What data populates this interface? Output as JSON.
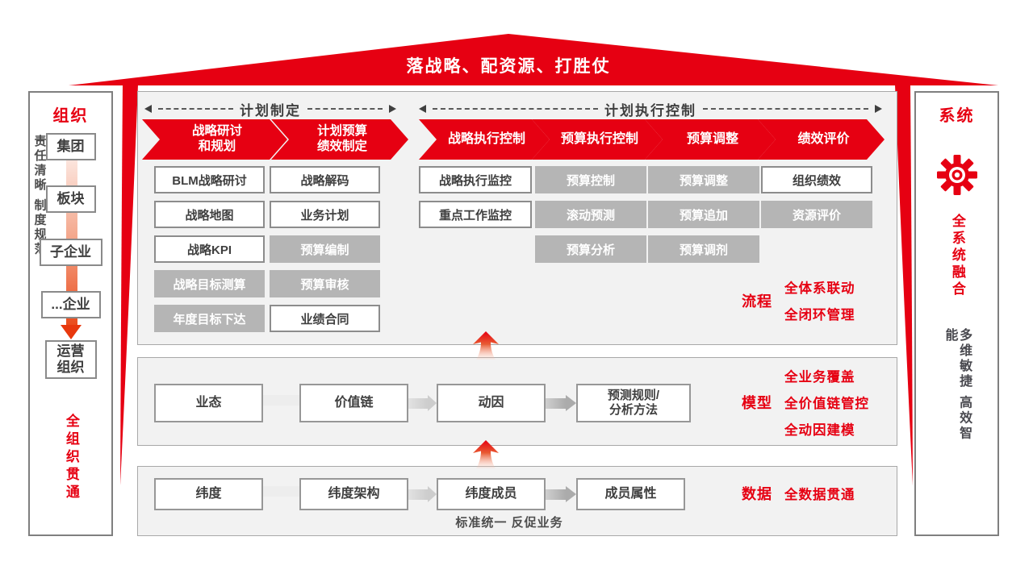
{
  "banner": {
    "title": "落战略、配资源、打胜仗"
  },
  "organization": {
    "title": "组织",
    "side_note": "责任清晰 制度规范",
    "levels": [
      "集团",
      "板块",
      "子企业",
      "...企业",
      "运营\n组织"
    ],
    "bottom_note": "全组织贯通"
  },
  "system": {
    "title": "系统",
    "icon": "gear-icon",
    "highlight": "全系统融合",
    "note": "多维敏捷 高效智能"
  },
  "process_panel": {
    "section_headers": [
      "计划制定",
      "计划执行控制"
    ],
    "stages": [
      {
        "label": "战略研讨\n和规划",
        "items": [
          {
            "text": "BLM战略研讨",
            "variant": "white"
          },
          {
            "text": "战略地图",
            "variant": "white"
          },
          {
            "text": "战略KPI",
            "variant": "white"
          },
          {
            "text": "战略目标测算",
            "variant": "gray"
          },
          {
            "text": "年度目标下达",
            "variant": "gray"
          }
        ]
      },
      {
        "label": "计划预算\n绩效制定",
        "items": [
          {
            "text": "战略解码",
            "variant": "white"
          },
          {
            "text": "业务计划",
            "variant": "white"
          },
          {
            "text": "预算编制",
            "variant": "gray"
          },
          {
            "text": "预算审核",
            "variant": "gray"
          },
          {
            "text": "业绩合同",
            "variant": "white"
          }
        ]
      },
      {
        "label": "战略执行控制",
        "items": [
          {
            "text": "战略执行监控",
            "variant": "white"
          },
          {
            "text": "重点工作监控",
            "variant": "white"
          }
        ]
      },
      {
        "label": "预算执行控制",
        "items": [
          {
            "text": "预算控制",
            "variant": "gray"
          },
          {
            "text": "滚动预测",
            "variant": "gray"
          },
          {
            "text": "预算分析",
            "variant": "gray"
          }
        ]
      },
      {
        "label": "预算调整",
        "items": [
          {
            "text": "预算调整",
            "variant": "gray"
          },
          {
            "text": "预算追加",
            "variant": "gray"
          },
          {
            "text": "预算调剂",
            "variant": "gray"
          }
        ]
      },
      {
        "label": "绩效评价",
        "items": [
          {
            "text": "组织绩效",
            "variant": "white"
          },
          {
            "text": "资源评价",
            "variant": "gray"
          }
        ]
      }
    ],
    "tag": {
      "label": "流程",
      "points": [
        "全体系联动",
        "全闭环管理"
      ]
    }
  },
  "model_panel": {
    "boxes": [
      "业态",
      "价值链",
      "动因",
      "预测规则/\n分析方法"
    ],
    "tag": {
      "label": "模型",
      "points": [
        "全业务覆盖",
        "全价值链管控",
        "全动因建模"
      ]
    }
  },
  "data_panel": {
    "boxes": [
      "纬度",
      "纬度架构",
      "纬度成员",
      "成员属性"
    ],
    "caption": "标准统一 反促业务",
    "tag": {
      "label": "数据",
      "points": [
        "全数据贯通"
      ]
    }
  },
  "colors": {
    "red": "#e60012",
    "gray_box": "#b5b5b5",
    "panel_bg": "#f2f2f2"
  }
}
